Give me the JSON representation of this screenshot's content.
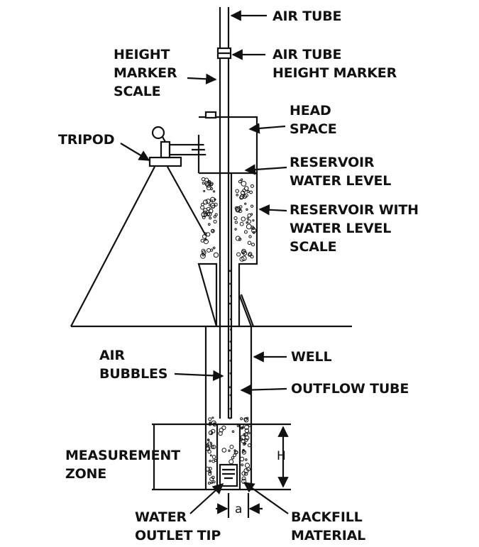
{
  "labels": {
    "air_tube": "AIR TUBE",
    "height_marker_scale": [
      "HEIGHT",
      "MARKER",
      "SCALE"
    ],
    "air_tube_height_marker": [
      "AIR TUBE",
      "HEIGHT MARKER"
    ],
    "head_space": [
      "HEAD",
      "SPACE"
    ],
    "tripod": "TRIPOD",
    "reservoir_water_level": [
      "RESERVOIR",
      "WATER LEVEL"
    ],
    "reservoir_with_scale": [
      "RESERVOIR WITH",
      "WATER LEVEL",
      "SCALE"
    ],
    "air_bubbles": [
      "AIR",
      "BUBBLES"
    ],
    "well": "WELL",
    "outflow_tube": "OUTFLOW TUBE",
    "measurement_zone": [
      "MEASUREMENT",
      "ZONE"
    ],
    "water_outlet_tip": [
      "WATER",
      "OUTLET TIP"
    ],
    "backfill_material": [
      "BACKFILL",
      "MATERIAL"
    ],
    "dim_h": "H",
    "dim_a": "a"
  },
  "colors": {
    "line": "#111111",
    "background": "#ffffff"
  }
}
